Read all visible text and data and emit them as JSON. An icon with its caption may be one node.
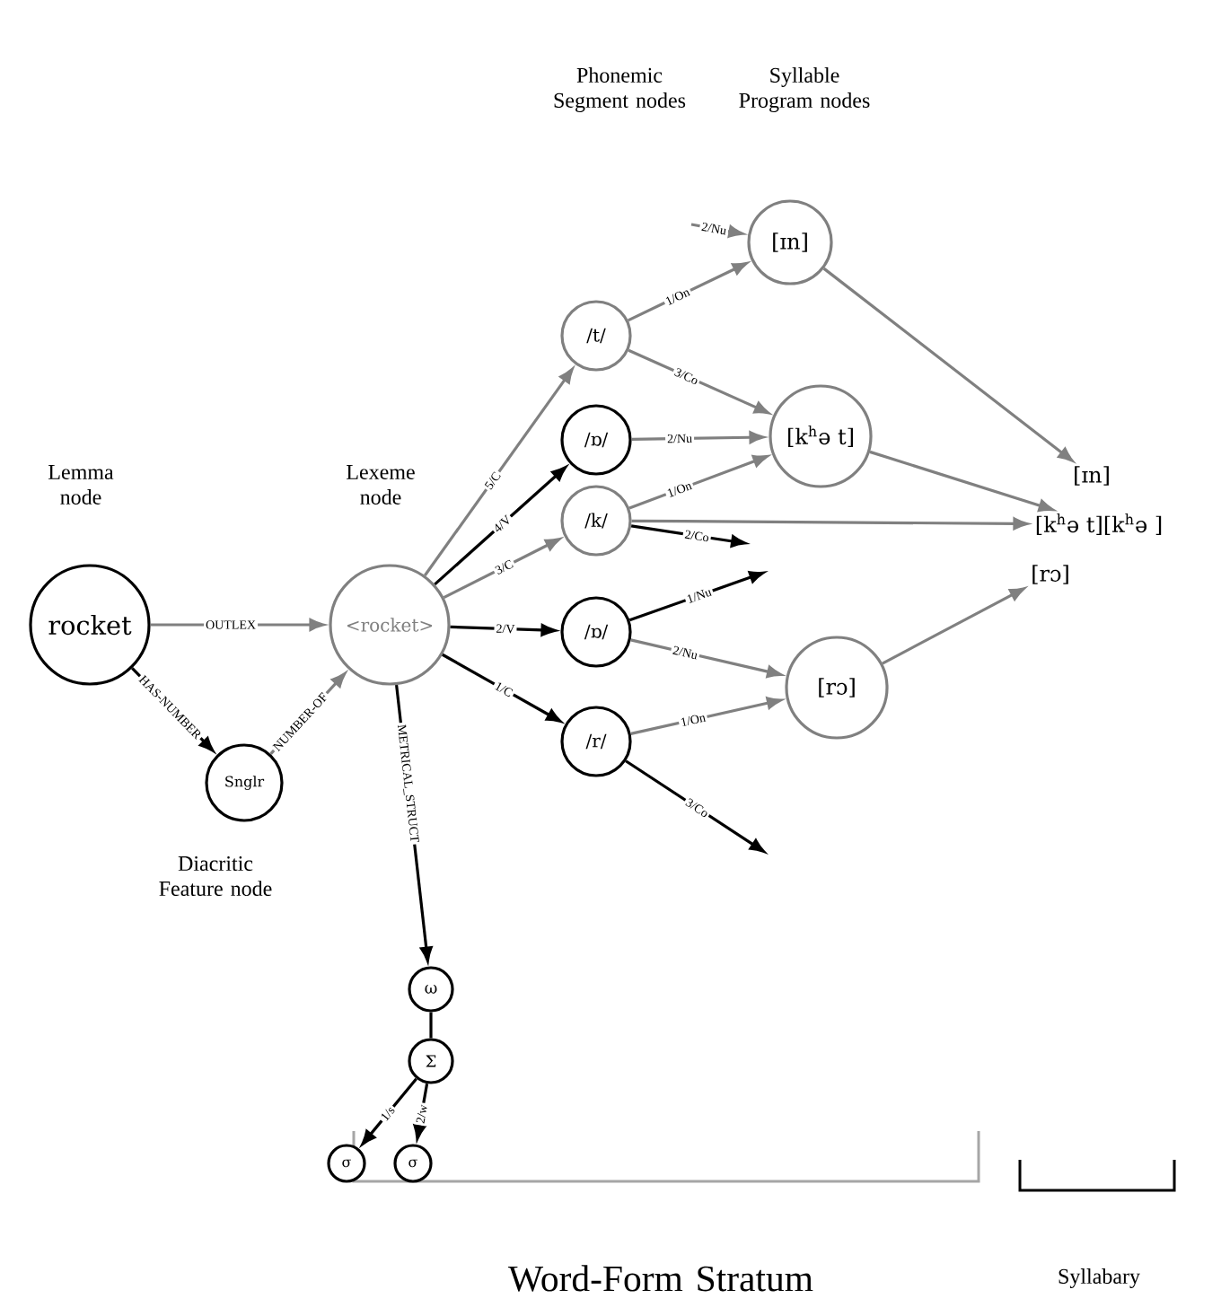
{
  "diagram": {
    "nodes": [
      {
        "text": [
          "rocket"
        ],
        "beside": [
          "Lemma node"
        ]
      },
      {
        "text": [
          "<rocket>"
        ],
        "beside": [
          "Lexeme node"
        ]
      },
      {
        "text": [
          "Snglr"
        ],
        "beside": [
          "Diacritic Feature node"
        ]
      },
      {
        "text": [
          "/t/"
        ]
      },
      {
        "text": [
          "/ɒ/"
        ]
      },
      {
        "text": [
          "/k/"
        ]
      },
      {
        "text": [
          "/ɒ/"
        ]
      },
      {
        "text": [
          "/r/"
        ]
      },
      {
        "text": [
          "[ɪn]"
        ]
      },
      {
        "text": [
          "[k$^{h}$ə t]"
        ]
      },
      {
        "text": [
          "[rɔ]"
        ]
      },
      {
        "text": [
          "[ɪn]"
        ]
      },
      {
        "text": [
          "[k$^{h}$ə t][k$^{h}$ə ]"
        ]
      },
      {
        "text": [
          "[rɔ]"
        ]
      },
      {
        "text": [
          "ω"
        ]
      },
      {
        "text": [
          "Σ"
        ]
      },
      {
        "text": [
          "σ"
        ]
      },
      {
        "text": [
          "σ"
        ]
      }
    ],
    "edges": [
      {
        "from": 0,
        "to": 1,
        "arrow": "to",
        "label": "OUTLEX"
      },
      {
        "from": 0,
        "to": 2,
        "arrow": "to",
        "label": "HAS-NUMBER",
        "color": "#000000"
      },
      {
        "from": 2,
        "to": 1,
        "arrow": "to",
        "label": "NUMBER-OF"
      },
      {
        "from": 1,
        "to": 3,
        "arrow": "to",
        "label": "5/C"
      },
      {
        "from": 1,
        "to": 4,
        "arrow": "to",
        "label": "4/V",
        "color": "#000000"
      },
      {
        "from": 1,
        "to": 5,
        "arrow": "to",
        "label": "3/C"
      },
      {
        "from": 1,
        "to": 6,
        "arrow": "to",
        "label": "2/V",
        "color": "#000000"
      },
      {
        "from": 1,
        "to": 7,
        "arrow": "to",
        "label": "1/C",
        "color": "#000000"
      },
      {
        "from": 1,
        "to": 14,
        "arrow": "to",
        "label": "METRICAL_STRUCT",
        "color": "#000000"
      },
      {
        "from": 14,
        "to": 15,
        "arrow": "none",
        "color": "#000000"
      },
      {
        "from": 15,
        "to": 16,
        "arrow": "to",
        "label": "1/s",
        "color": "#000000"
      },
      {
        "from": 15,
        "to": 17,
        "arrow": "to",
        "label": "2/w",
        "color": "#000000"
      },
      {
        "from": null,
        "to": 8,
        "arrow": "to",
        "label": "2/Nu"
      },
      {
        "from": 3,
        "to": 8,
        "arrow": "to",
        "label": "1/On"
      },
      {
        "from": 3,
        "to": 9,
        "arrow": "to",
        "label": "3/Co"
      },
      {
        "from": 4,
        "to": 9,
        "arrow": "to",
        "label": "2/Nu"
      },
      {
        "from": 5,
        "to": 9,
        "arrow": "to",
        "label": "1/On"
      },
      {
        "from": 5,
        "to": 12,
        "arrow": "to"
      },
      {
        "from": 5,
        "to": null,
        "arrow": "to",
        "label": "2/Co",
        "color": "#000000"
      },
      {
        "from": 6,
        "to": null,
        "arrow": "to",
        "label": "1/Nu",
        "color": "#000000"
      },
      {
        "from": 6,
        "to": 10,
        "arrow": "to",
        "label": "2/Nu"
      },
      {
        "from": 7,
        "to": 10,
        "arrow": "to",
        "label": "1/On"
      },
      {
        "from": 7,
        "to": null,
        "arrow": "to",
        "label": "3/Co",
        "color": "#000000"
      },
      {
        "from": 8,
        "to": 11,
        "arrow": "to"
      },
      {
        "from": 9,
        "to": 12,
        "arrow": "to"
      },
      {
        "from": 10,
        "to": 13,
        "arrow": "to"
      }
    ],
    "labels": [
      "Phonemic Segment nodes",
      "Syllable Program nodes",
      "Word-Form Stratum",
      "Syllabary"
    ]
  }
}
